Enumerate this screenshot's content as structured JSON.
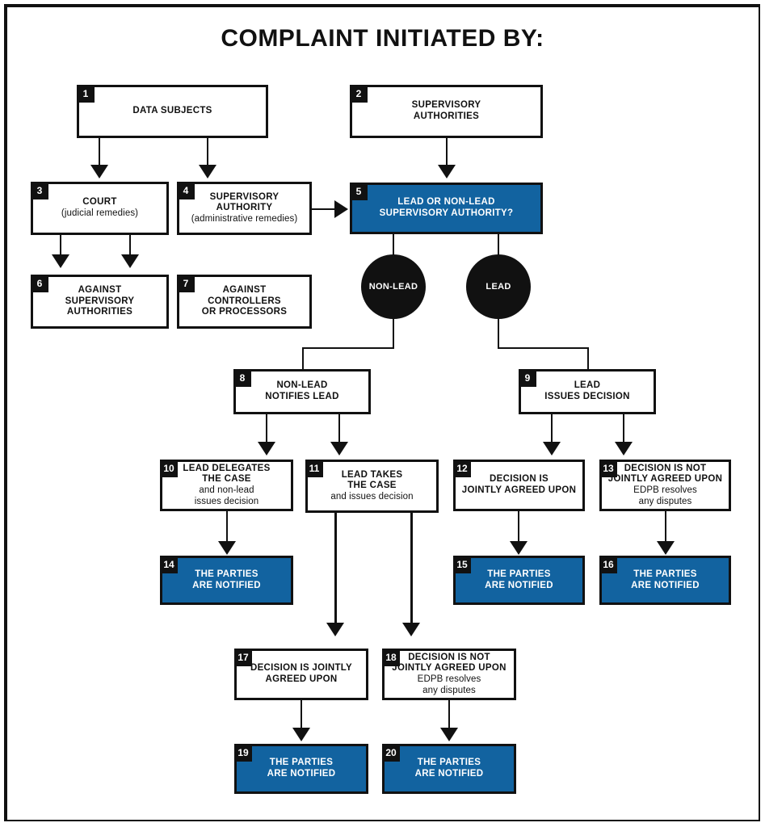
{
  "page": {
    "title": "COMPLAINT INITIATED BY:",
    "accent_blue": "#1263A0",
    "ink": "#111111",
    "background": "#FFFFFF"
  },
  "chart_data": {
    "type": "diagram",
    "title": "COMPLAINT INITIATED BY:",
    "nodes": [
      {
        "id": 1,
        "number": "1",
        "title": "DATA SUBJECTS",
        "sub": "",
        "style": "white"
      },
      {
        "id": 2,
        "number": "2",
        "title": "SUPERVISORY\nAUTHORITIES",
        "sub": "",
        "style": "white"
      },
      {
        "id": 3,
        "number": "3",
        "title": "COURT",
        "sub": "(judicial remedies)",
        "style": "white"
      },
      {
        "id": 4,
        "number": "4",
        "title": "SUPERVISORY\nAUTHORITY",
        "sub": "(administrative remedies)",
        "style": "white"
      },
      {
        "id": 5,
        "number": "5",
        "title": "LEAD OR NON-LEAD\nSUPERVISORY AUTHORITY?",
        "sub": "",
        "style": "blue"
      },
      {
        "id": 6,
        "number": "6",
        "title": "AGAINST\nSUPERVISORY\nAUTHORITIES",
        "sub": "",
        "style": "white"
      },
      {
        "id": 7,
        "number": "7",
        "title": "AGAINST\nCONTROLLERS\nOR PROCESSORS",
        "sub": "",
        "style": "white"
      },
      {
        "id": 8,
        "number": "8",
        "title": "NON-LEAD\nNOTIFIES LEAD",
        "sub": "",
        "style": "white"
      },
      {
        "id": 9,
        "number": "9",
        "title": "LEAD\nISSUES DECISION",
        "sub": "",
        "style": "white"
      },
      {
        "id": 10,
        "number": "10",
        "title": "LEAD DELEGATES\nTHE CASE",
        "sub": "and non-lead\nissues decision",
        "style": "white"
      },
      {
        "id": 11,
        "number": "11",
        "title": "LEAD TAKES\nTHE CASE",
        "sub": "and issues decision",
        "style": "white"
      },
      {
        "id": 12,
        "number": "12",
        "title": "DECISION IS\nJOINTLY AGREED UPON",
        "sub": "",
        "style": "white"
      },
      {
        "id": 13,
        "number": "13",
        "title": "DECISION IS NOT\nJOINTLY AGREED UPON",
        "sub": "EDPB resolves\nany disputes",
        "style": "white"
      },
      {
        "id": 14,
        "number": "14",
        "title": "THE PARTIES\nARE NOTIFIED",
        "sub": "",
        "style": "blue"
      },
      {
        "id": 15,
        "number": "15",
        "title": "THE PARTIES\nARE NOTIFIED",
        "sub": "",
        "style": "blue"
      },
      {
        "id": 16,
        "number": "16",
        "title": "THE PARTIES\nARE NOTIFIED",
        "sub": "",
        "style": "blue"
      },
      {
        "id": 17,
        "number": "17",
        "title": "DECISION IS JOINTLY\nAGREED UPON",
        "sub": "",
        "style": "white"
      },
      {
        "id": 18,
        "number": "18",
        "title": "DECISION IS NOT\nJOINTLY AGREED UPON",
        "sub": "EDPB resolves\nany disputes",
        "style": "white"
      },
      {
        "id": 19,
        "number": "19",
        "title": "THE PARTIES\nARE NOTIFIED",
        "sub": "",
        "style": "blue"
      },
      {
        "id": 20,
        "number": "20",
        "title": "THE PARTIES\nARE NOTIFIED",
        "sub": "",
        "style": "blue"
      }
    ],
    "decision_nodes": [
      {
        "id": "non-lead",
        "label": "NON-LEAD",
        "shape": "ellipse",
        "style": "black"
      },
      {
        "id": "lead",
        "label": "LEAD",
        "shape": "ellipse",
        "style": "black"
      }
    ],
    "edges": [
      {
        "from": 1,
        "to": 3
      },
      {
        "from": 1,
        "to": 4
      },
      {
        "from": 2,
        "to": 5
      },
      {
        "from": 4,
        "to": 5
      },
      {
        "from": 3,
        "to": 6
      },
      {
        "from": 3,
        "to": 7
      },
      {
        "from": 5,
        "to": "non-lead"
      },
      {
        "from": 5,
        "to": "lead"
      },
      {
        "from": "non-lead",
        "to": 8
      },
      {
        "from": "lead",
        "to": 9
      },
      {
        "from": 8,
        "to": 10
      },
      {
        "from": 8,
        "to": 11
      },
      {
        "from": 9,
        "to": 12
      },
      {
        "from": 9,
        "to": 13
      },
      {
        "from": 10,
        "to": 14
      },
      {
        "from": 12,
        "to": 15
      },
      {
        "from": 13,
        "to": 16
      },
      {
        "from": 11,
        "to": 17
      },
      {
        "from": 11,
        "to": 18
      },
      {
        "from": 17,
        "to": 19
      },
      {
        "from": 18,
        "to": 20
      }
    ]
  },
  "nodes": {
    "n1": {
      "num": "1",
      "title": "DATA SUBJECTS",
      "sub": ""
    },
    "n2": {
      "num": "2",
      "title": "SUPERVISORY\nAUTHORITIES",
      "sub": ""
    },
    "n3": {
      "num": "3",
      "title": "COURT",
      "sub": "(judicial remedies)"
    },
    "n4": {
      "num": "4",
      "title": "SUPERVISORY\nAUTHORITY",
      "sub": "(administrative remedies)"
    },
    "n5": {
      "num": "5",
      "title": "LEAD OR NON-LEAD\nSUPERVISORY AUTHORITY?",
      "sub": ""
    },
    "n6": {
      "num": "6",
      "title": "AGAINST\nSUPERVISORY\nAUTHORITIES",
      "sub": ""
    },
    "n7": {
      "num": "7",
      "title": "AGAINST\nCONTROLLERS\nOR PROCESSORS",
      "sub": ""
    },
    "n8": {
      "num": "8",
      "title": "NON-LEAD\nNOTIFIES LEAD",
      "sub": ""
    },
    "n9": {
      "num": "9",
      "title": "LEAD\nISSUES DECISION",
      "sub": ""
    },
    "n10": {
      "num": "10",
      "title": "LEAD DELEGATES\nTHE CASE",
      "sub": "and non-lead\nissues decision"
    },
    "n11": {
      "num": "11",
      "title": "LEAD TAKES\nTHE CASE",
      "sub": "and issues decision"
    },
    "n12": {
      "num": "12",
      "title": "DECISION IS\nJOINTLY AGREED UPON",
      "sub": ""
    },
    "n13": {
      "num": "13",
      "title": "DECISION IS NOT\nJOINTLY AGREED UPON",
      "sub": "EDPB resolves\nany disputes"
    },
    "n14": {
      "num": "14",
      "title": "THE PARTIES\nARE NOTIFIED",
      "sub": ""
    },
    "n15": {
      "num": "15",
      "title": "THE PARTIES\nARE NOTIFIED",
      "sub": ""
    },
    "n16": {
      "num": "16",
      "title": "THE PARTIES\nARE NOTIFIED",
      "sub": ""
    },
    "n17": {
      "num": "17",
      "title": "DECISION IS JOINTLY\nAGREED UPON",
      "sub": ""
    },
    "n18": {
      "num": "18",
      "title": "DECISION IS NOT\nJOINTLY AGREED UPON",
      "sub": "EDPB resolves\nany disputes"
    },
    "n19": {
      "num": "19",
      "title": "THE PARTIES\nARE NOTIFIED",
      "sub": ""
    },
    "n20": {
      "num": "20",
      "title": "THE PARTIES\nARE NOTIFIED",
      "sub": ""
    }
  },
  "decisions": {
    "non_lead": "NON-LEAD",
    "lead": "LEAD"
  }
}
